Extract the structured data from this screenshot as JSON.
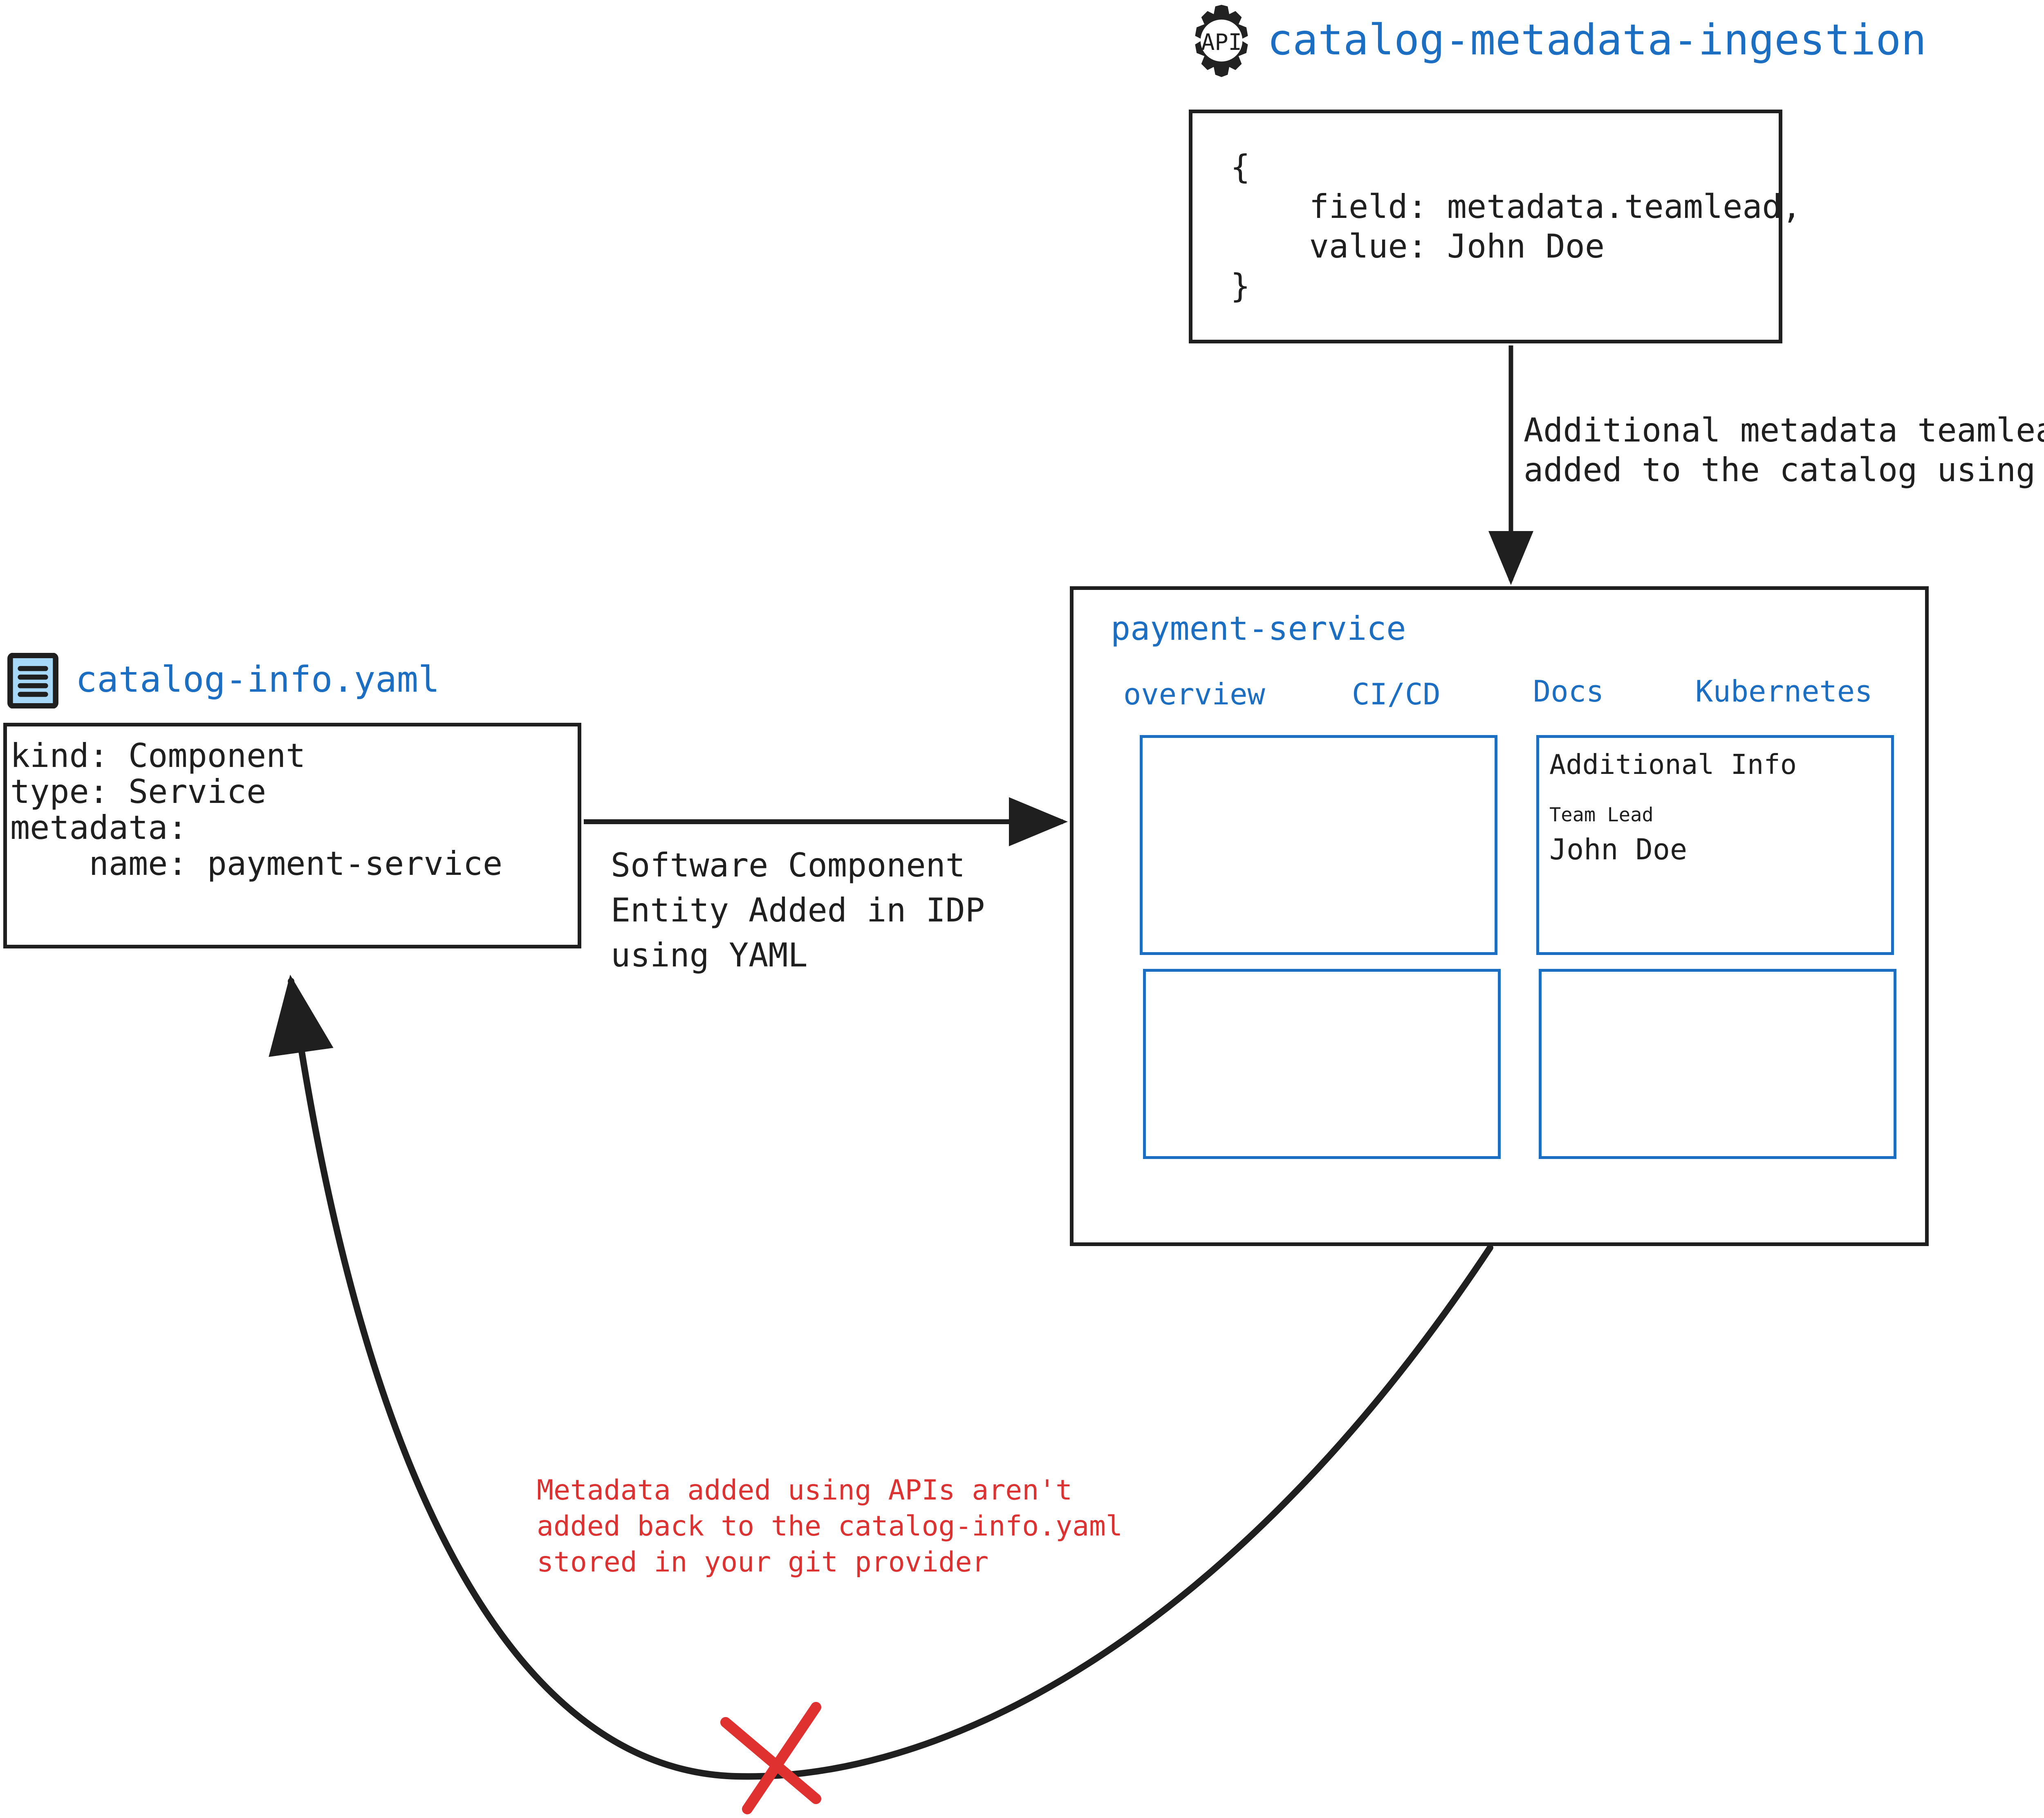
{
  "api_source": {
    "icon": "api-gear-icon",
    "icon_text": "API",
    "title": "catalog-metadata-ingestion",
    "code": "{\n    field: metadata.teamlead,\n    value: John Doe\n}"
  },
  "api_edge": {
    "label": "Additional metadata teamlead\nadded to the catalog using APIs"
  },
  "yaml_source": {
    "icon": "yaml-file-icon",
    "title": "catalog-info.yaml",
    "code": "kind: Component\ntype: Service\nmetadata:\n    name: payment-service"
  },
  "yaml_edge": {
    "label": "Software Component\nEntity Added in IDP\nusing YAML"
  },
  "service_panel": {
    "name": "payment-service",
    "tabs": [
      {
        "label": "overview"
      },
      {
        "label": "CI/CD"
      },
      {
        "label": "Docs"
      },
      {
        "label": "Kubernetes"
      }
    ],
    "cards": {
      "overview": "",
      "additional_info": {
        "title": "Additional Info",
        "field_label": "Team Lead",
        "field_value": "John Doe"
      },
      "bottom_left": "",
      "bottom_right": ""
    }
  },
  "warning": {
    "text": "Metadata added using APIs aren't\nadded back to the catalog-info.yaml\nstored in your git provider",
    "marker": "red-cross-marker"
  },
  "colors": {
    "accent_blue": "#1b6ec2",
    "ink": "#1f1f1f",
    "warning_red": "#dc3232",
    "icon_fill_blue": "#a8d8f8"
  }
}
